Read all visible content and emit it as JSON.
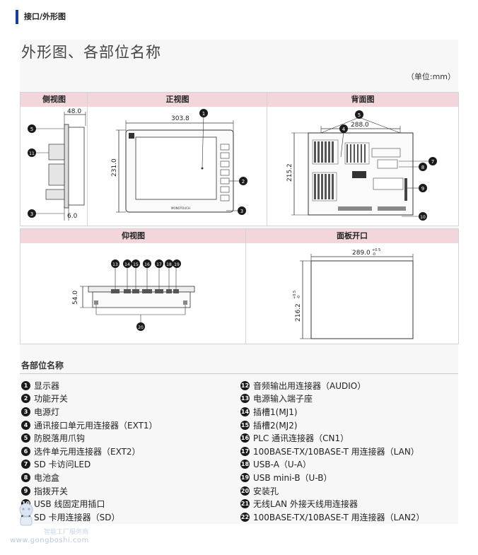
{
  "header": {
    "section": "接口/外形图"
  },
  "title": "外形图、各部位名称",
  "unit_note": "（单位:mm）",
  "views": {
    "side": {
      "title": "侧视图",
      "dim_top": "48.0",
      "dim_bottom": "6.0",
      "callouts": [
        "5",
        "11",
        "3"
      ]
    },
    "front": {
      "title": "正视图",
      "dim_width": "303.8",
      "dim_height": "231.0",
      "brand": "MONOTOUCH",
      "callouts": [
        "1",
        "2",
        "3"
      ]
    },
    "back": {
      "title": "背面图",
      "dim_width": "288.0",
      "dim_height": "215.2",
      "callouts": [
        "5",
        "4",
        "7",
        "8",
        "9",
        "10"
      ]
    },
    "bottom": {
      "title": "仰视图",
      "dim_height": "54.0",
      "callouts": [
        "13",
        "14",
        "15",
        "16",
        "17",
        "18",
        "19",
        "20"
      ]
    },
    "cutout": {
      "title": "面板开口",
      "dim_width": "289.0",
      "dim_width_tol_plus": "+0.5",
      "dim_width_tol_minus": "-0",
      "dim_height": "216.2",
      "dim_height_tol_plus": "+0.5",
      "dim_height_tol_minus": "-0"
    }
  },
  "parts_title": "各部位名称",
  "parts_left": [
    {
      "num": "1",
      "name": "显示器"
    },
    {
      "num": "2",
      "name": "功能开关"
    },
    {
      "num": "3",
      "name": "电源灯"
    },
    {
      "num": "4",
      "name": "通讯接口单元用连接器（EXT1）"
    },
    {
      "num": "5",
      "name": "防脱落用爪钩"
    },
    {
      "num": "6",
      "name": "选件单元用连接器（EXT2）"
    },
    {
      "num": "7",
      "name": "SD 卡访问LED"
    },
    {
      "num": "8",
      "name": "电池盒"
    },
    {
      "num": "9",
      "name": "指拨开关"
    },
    {
      "num": "10",
      "name": "USB 线固定用插口"
    },
    {
      "num": "11",
      "name": "SD 卡用连接器（SD）"
    }
  ],
  "parts_right": [
    {
      "num": "12",
      "name": "音频输出用连接器（AUDIO）"
    },
    {
      "num": "13",
      "name": "电源输入端子座"
    },
    {
      "num": "14",
      "name": "插槽1(MJ1)"
    },
    {
      "num": "15",
      "name": "插槽2(MJ2)"
    },
    {
      "num": "16",
      "name": "PLC 通讯连接器（CN1）"
    },
    {
      "num": "17",
      "name": "100BASE-TX/10BASE-T 用连接器（LAN）"
    },
    {
      "num": "18",
      "name": "USB-A（U-A）"
    },
    {
      "num": "19",
      "name": "USB mini-B（U-B）"
    },
    {
      "num": "20",
      "name": "安装孔"
    },
    {
      "num": "21",
      "name": "无线LAN 外接天线用连接器"
    },
    {
      "num": "22",
      "name": "100BASE-TX/10BASE-T 用连接器（LAN2）"
    }
  ],
  "watermark": {
    "line1": "智能工厂服务商",
    "line2": "www.gongboshi.com"
  }
}
